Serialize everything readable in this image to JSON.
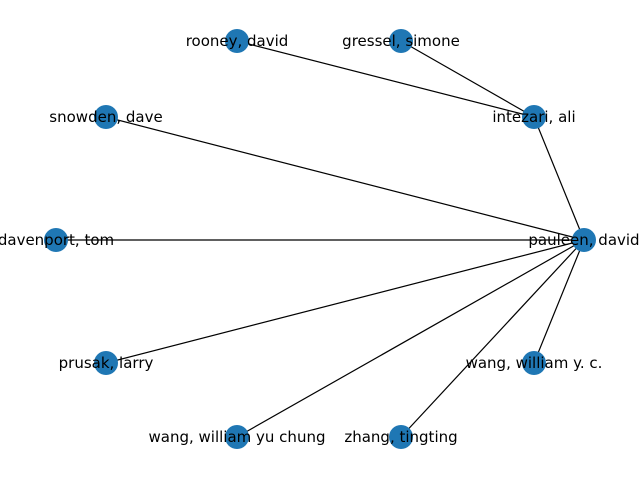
{
  "graph": {
    "node_color": "#1f77b4",
    "edge_color": "#000000",
    "nodes": [
      {
        "id": "pauleen",
        "label": "pauleen, david"
      },
      {
        "id": "intezari",
        "label": "intezari, ali"
      },
      {
        "id": "gressel",
        "label": "gressel, simone"
      },
      {
        "id": "rooney",
        "label": "rooney, david"
      },
      {
        "id": "snowden",
        "label": "snowden, dave"
      },
      {
        "id": "davenport",
        "label": "davenport, tom"
      },
      {
        "id": "prusak",
        "label": "prusak, larry"
      },
      {
        "id": "wang_wyc",
        "label": "wang, william yu chung"
      },
      {
        "id": "zhang",
        "label": "zhang, tingting"
      },
      {
        "id": "wang_wy",
        "label": "wang, william y. c."
      }
    ],
    "edges": [
      [
        "rooney",
        "intezari"
      ],
      [
        "gressel",
        "intezari"
      ],
      [
        "intezari",
        "pauleen"
      ],
      [
        "snowden",
        "pauleen"
      ],
      [
        "davenport",
        "pauleen"
      ],
      [
        "prusak",
        "pauleen"
      ],
      [
        "wang_wyc",
        "pauleen"
      ],
      [
        "zhang",
        "pauleen"
      ],
      [
        "wang_wy",
        "pauleen"
      ]
    ]
  }
}
